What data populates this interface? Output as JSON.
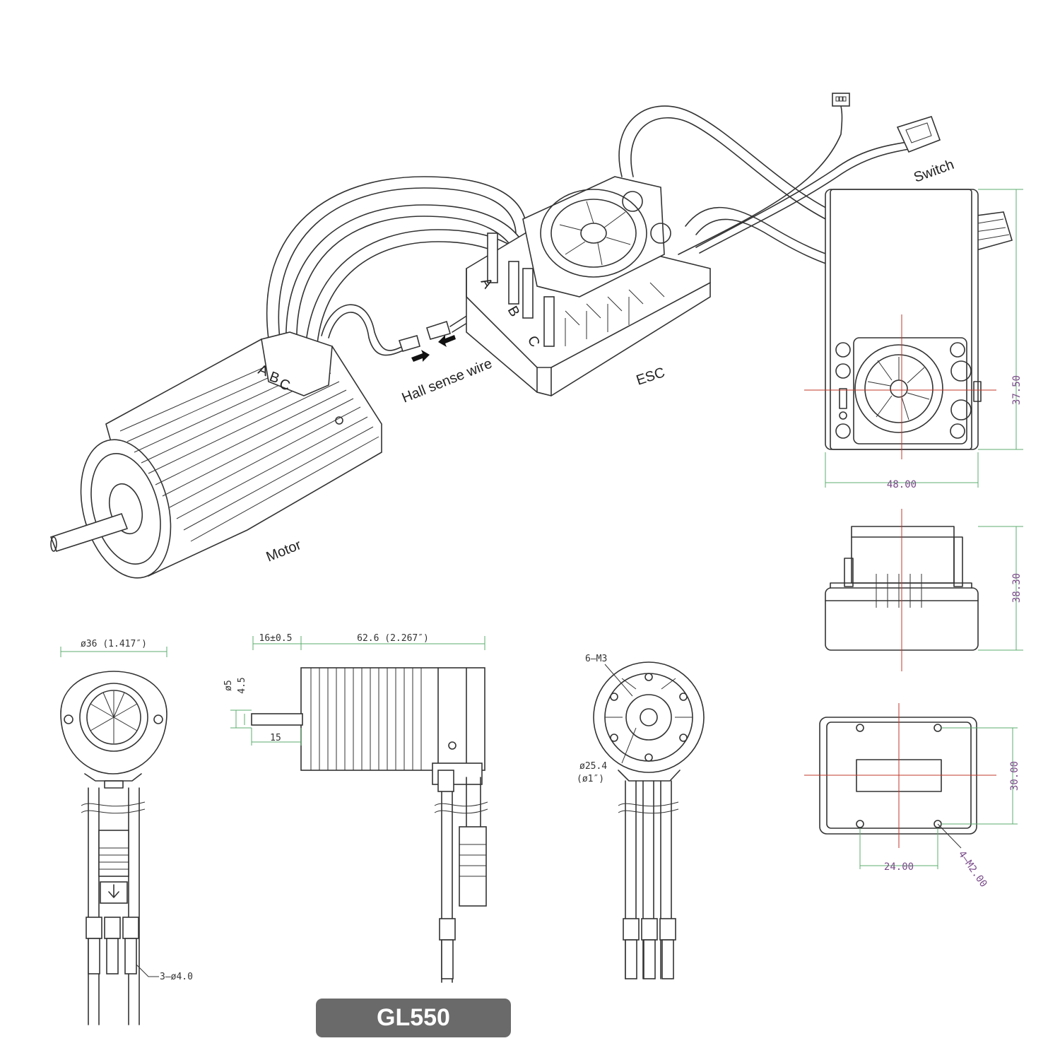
{
  "labels": {
    "switch": "Switch",
    "hall_sense_wire": "Hall sense wire",
    "esc": "ESC",
    "motor": "Motor",
    "phase_a": "A",
    "phase_b": "B",
    "phase_c": "C"
  },
  "esc_dimensions": {
    "height": "37.50",
    "width": "48.00",
    "depth": "38.30",
    "hole_spacing_v": "30.00",
    "hole_spacing_h": "24.00",
    "holes": "4–M2.00"
  },
  "motor_dimensions": {
    "diameter": "ø36 (1.417″)",
    "shaft_length": "16±0.5",
    "body_length": "62.6 (2.267″)",
    "shaft_dia": "ø5",
    "shaft_flat": "4.5",
    "shaft_15": "15",
    "mount_screws": "6–M3",
    "bolt_circle": "ø25.4",
    "bolt_circle_in": "(ø1″)",
    "bullets": "3–ø4.0"
  },
  "model": "GL550",
  "colors": {
    "line": "#333333",
    "dimension": "#5cae6f",
    "centerline": "#c0392b",
    "dimension_text": "#7a4b8a",
    "badge": "#6a6a6a"
  }
}
